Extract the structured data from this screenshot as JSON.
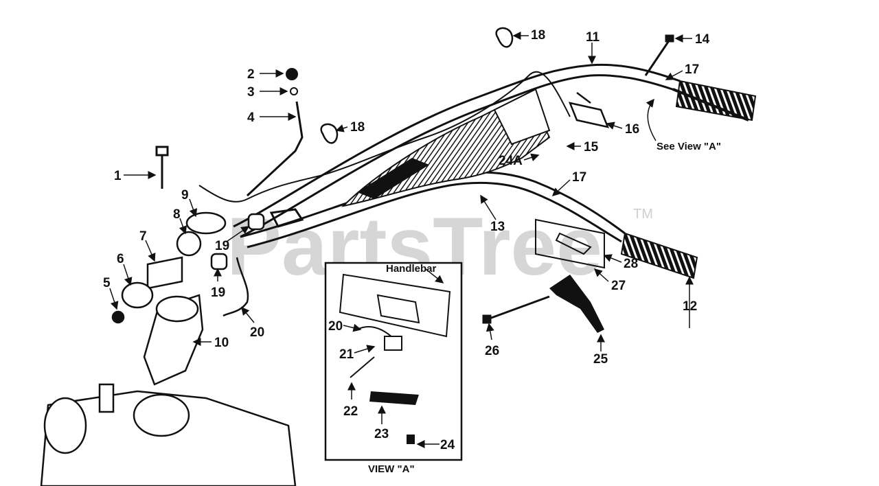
{
  "watermark": {
    "text": "PartsTree",
    "trademark": "TM"
  },
  "callouts": {
    "c1": "1",
    "c2": "2",
    "c3": "3",
    "c4": "4",
    "c5": "5",
    "c6": "6",
    "c7": "7",
    "c8": "8",
    "c9": "9",
    "c10": "10",
    "c11": "11",
    "c12": "12",
    "c13": "13",
    "c14": "14",
    "c15": "15",
    "c16": "16",
    "c17a": "17",
    "c17b": "17",
    "c18a": "18",
    "c18b": "18",
    "c19a": "19",
    "c19b": "19",
    "c20": "20",
    "c24a": "24A",
    "c25": "25",
    "c26": "26",
    "c27": "27",
    "c28": "28"
  },
  "see_view_label": "See View \"A\"",
  "view_a": {
    "caption": "VIEW \"A\"",
    "handlebar_label": "Handlebar",
    "callouts": {
      "c20": "20",
      "c21": "21",
      "c22": "22",
      "c23": "23",
      "c24": "24"
    }
  }
}
